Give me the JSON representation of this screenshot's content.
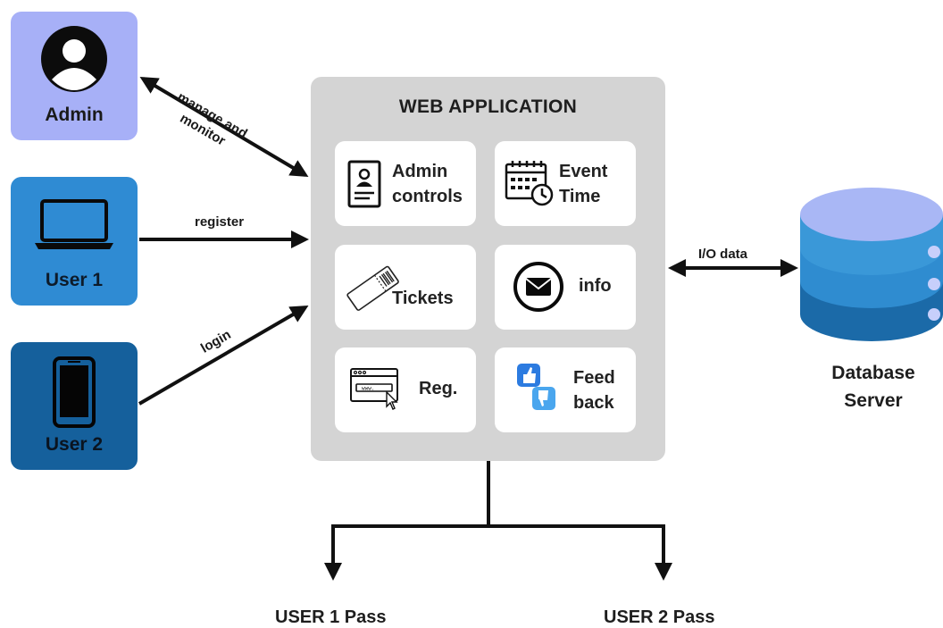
{
  "actors": {
    "admin": {
      "label": "Admin",
      "color": "#a7b0f7",
      "icon": "user-avatar-icon"
    },
    "user1": {
      "label": "User 1",
      "color": "#2f8bd3",
      "icon": "laptop-icon"
    },
    "user2": {
      "label": "User 2",
      "color": "#15609c",
      "icon": "smartphone-icon"
    }
  },
  "webapp": {
    "title": "WEB APPLICATION",
    "cards": {
      "admin_controls": {
        "line1": "Admin",
        "line2": "controls",
        "icon": "id-card-icon"
      },
      "event_time": {
        "line1": "Event",
        "line2": "Time",
        "icon": "calendar-clock-icon"
      },
      "tickets": {
        "label": "Tickets",
        "icon": "ticket-icon"
      },
      "info": {
        "label": "info",
        "icon": "envelope-icon"
      },
      "reg": {
        "label": "Reg.",
        "icon": "browser-window-icon"
      },
      "feedback": {
        "line1": "Feed",
        "line2": "back",
        "icon": "thumbs-up-down-icon"
      }
    }
  },
  "edges": {
    "admin_to_app": "manage and monitor",
    "admin_line1": "manage and",
    "admin_line2": "monitor",
    "user1_to_app": "register",
    "user2_to_app": "login",
    "app_to_db": "I/O data"
  },
  "database": {
    "line1": "Database",
    "line2": "Server",
    "icon": "database-cylinder-icon",
    "colors": [
      "#a9b7f5",
      "#3a98d8",
      "#1b6aa8"
    ]
  },
  "outputs": {
    "user1_pass": "USER 1 Pass",
    "user2_pass": "USER 2 Pass"
  }
}
